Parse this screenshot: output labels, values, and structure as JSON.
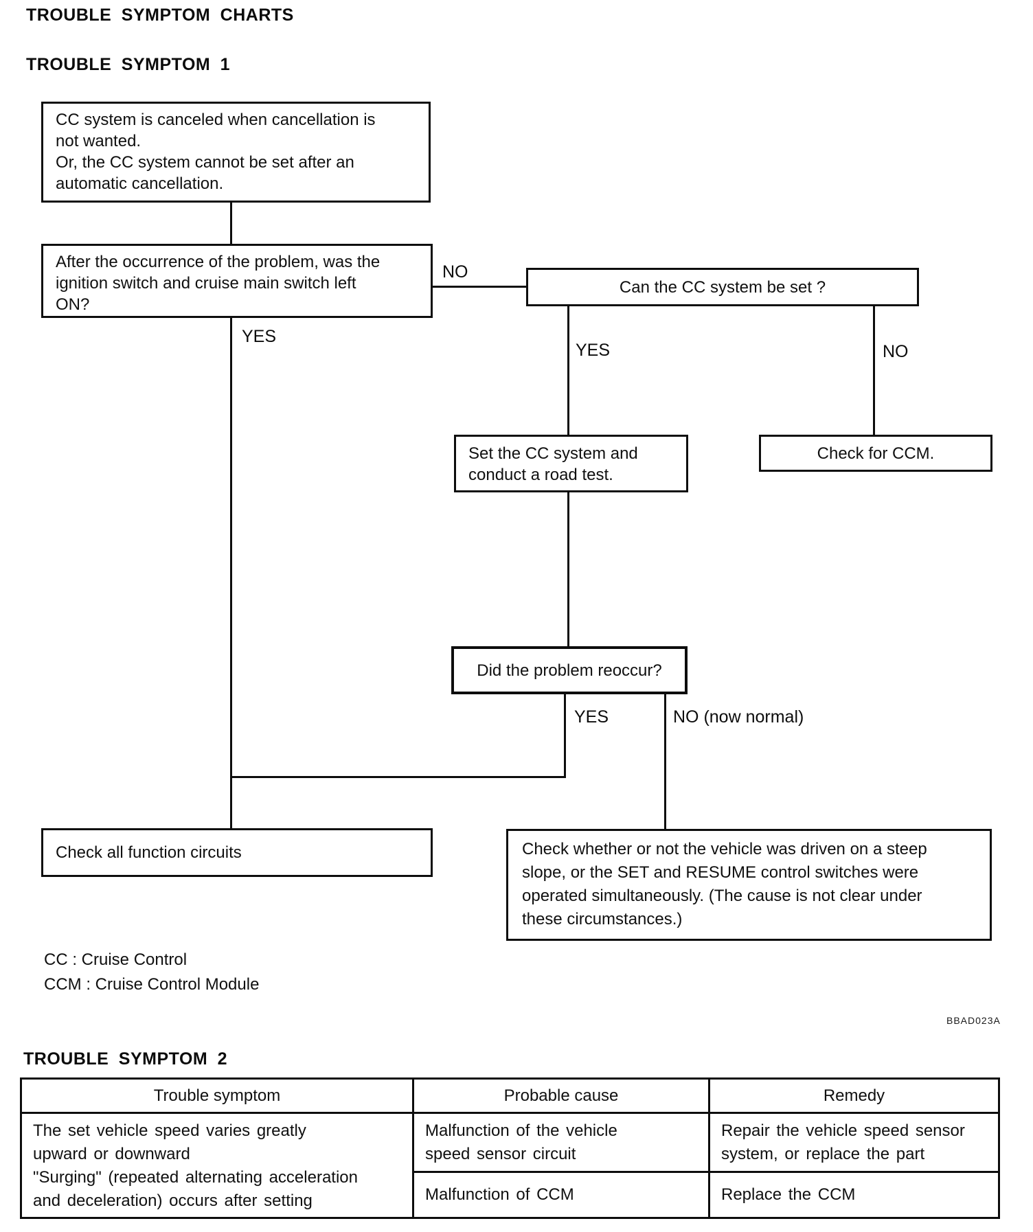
{
  "header": {
    "title": "TROUBLE SYMPTOM CHARTS",
    "symptom1": "TROUBLE SYMPTOM 1"
  },
  "flowchart": {
    "boxes": {
      "symptom": "CC system is canceled when cancellation is\nnot wanted.\nOr, the CC system cannot be set after an\nautomatic cancellation.",
      "question_switch_on": "After the occurrence of the problem, was the\nignition switch and cruise main switch left\nON?",
      "can_cc_be_set": "Can the CC system be set ?",
      "road_test": "Set the CC system and\nconduct a road test.",
      "check_for_ccm": "Check for CCM.",
      "problem_reoccur": "Did the problem reoccur?",
      "check_circuits": "Check all function circuits",
      "check_conditions": "Check whether or not the vehicle was driven on a steep\nslope, or the SET and RESUME control switches were\noperated simultaneously. (The cause is not clear under\nthese circumstances.)"
    },
    "labels": {
      "switch_no": "NO",
      "switch_yes": "YES",
      "can_set_yes": "YES",
      "can_set_no": "NO",
      "reoccur_yes": "YES",
      "reoccur_no": "NO (now normal)"
    },
    "legend": {
      "cc": "CC : Cruise Control",
      "ccm": "CCM : Cruise Control Module"
    }
  },
  "figure_code": "BBAD023A",
  "section2": {
    "title": "TROUBLE SYMPTOM 2",
    "table": {
      "headers": [
        "Trouble symptom",
        "Probable cause",
        "Remedy"
      ],
      "symptom": "The set vehicle speed varies greatly\nupward or downward\n\"Surging\" (repeated alternating acceleration\nand deceleration) occurs after setting",
      "rows": [
        {
          "cause": "Malfunction of the vehicle\nspeed sensor circuit",
          "remedy": "Repair the vehicle speed sensor\nsystem, or replace the part"
        },
        {
          "cause": "Malfunction of CCM",
          "remedy": "Replace the CCM"
        }
      ]
    }
  }
}
